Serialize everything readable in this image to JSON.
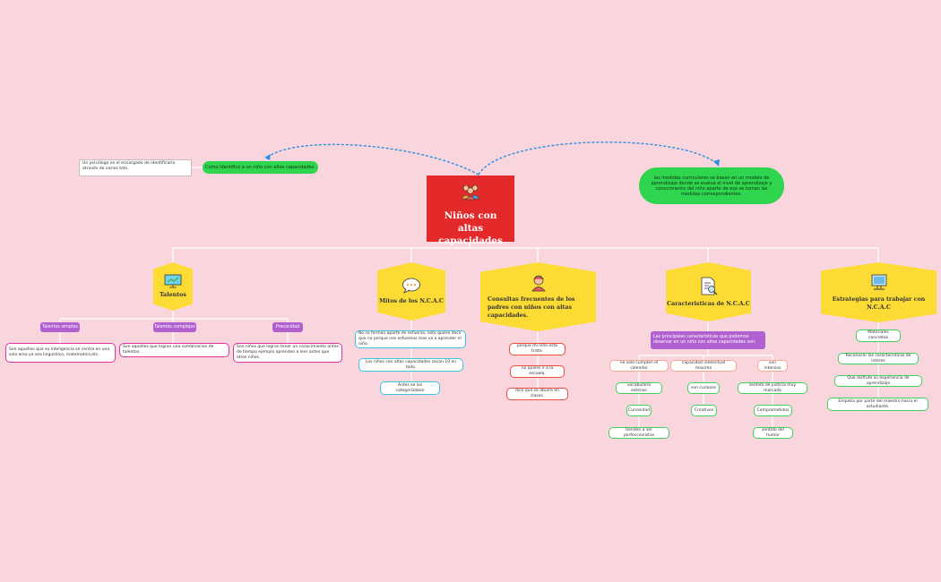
{
  "central": {
    "title": "Niños con altas capacidades",
    "icon": "children-icon"
  },
  "side_left": {
    "pill": "Como identifico a un niño con altas capacidades.",
    "note": "Un psicólogo es el encargado de identificarlo através de varios tets."
  },
  "side_right": {
    "pill": "las medidas curriculares se basan en un modelo de aprendizaje donde se evalua el nivel de aprendizaje y conocimiento del niño aparte de eso se toman las medidas correspondientes."
  },
  "talentos": {
    "title": "Talentos",
    "icon": "presentation-board-icon",
    "subs": [
      {
        "label": "Talentos simples",
        "desc": "Son aquellos que su inteligencia se centra en una sola area ya sea linguístico, matematico,etc."
      },
      {
        "label": "Talentos complejos",
        "desc": "Son aquellos que logran una combinacion de talentos."
      },
      {
        "label": "Precocidad",
        "desc": "Son niños que logran tener un conocimiento antes de tiempo ejemplo aprenden a leer antes que otros niños."
      }
    ]
  },
  "mitos": {
    "title": "Mitos de los N.C.A.C",
    "icon": "chat-bubble-icon",
    "items": [
      "No se forman aparte de esfuerzo, esto quiere decir que no porque nos esfuemos mas va a aprender el niño.",
      "Los niños con altas capacidades sacan 10 en todo.",
      "Antes se los categorizaban"
    ]
  },
  "consultas": {
    "title": "Consultas frecuentes de los padres con niños con altas capacidades.",
    "icon": "child-avatar-icon",
    "items": [
      "porque mi niño esta triste.",
      "no quiere ir a la escuela.",
      "dice que se aburre en clases."
    ]
  },
  "caracteristicas": {
    "title": "Caracteristicas de N.C.A.C",
    "icon": "document-search-icon",
    "header": "Las principales caracteristicas que podemos observar en un niño con altas capacidades son:",
    "col1": [
      "no solo cumplen el calendar",
      "vocabulario extenso",
      "Curiosidad",
      "tienden a ser perfeccionistas"
    ],
    "col2": [
      "capacidad intelectual maxima",
      "son curiosos",
      "Creativos"
    ],
    "col3": [
      "son intensos",
      "sentido de justicia muy marcado",
      "Comprometidos",
      "sentido del humor"
    ]
  },
  "estrategias": {
    "title": "Estrategias para trabajar con N.C.A.C",
    "icon": "computer-icon",
    "items": [
      "Materiales concretos",
      "Reconocer las caracteristicas de interes",
      "Que disfrute su experiencia de aprendizaje",
      "Empatia por parte del maestro hacia el estudiante."
    ]
  },
  "colors": {
    "background": "#f9d6de",
    "central": "#e3292a",
    "topic": "#fddb35",
    "green": "#2fd44f",
    "purple": "#b160cf"
  }
}
